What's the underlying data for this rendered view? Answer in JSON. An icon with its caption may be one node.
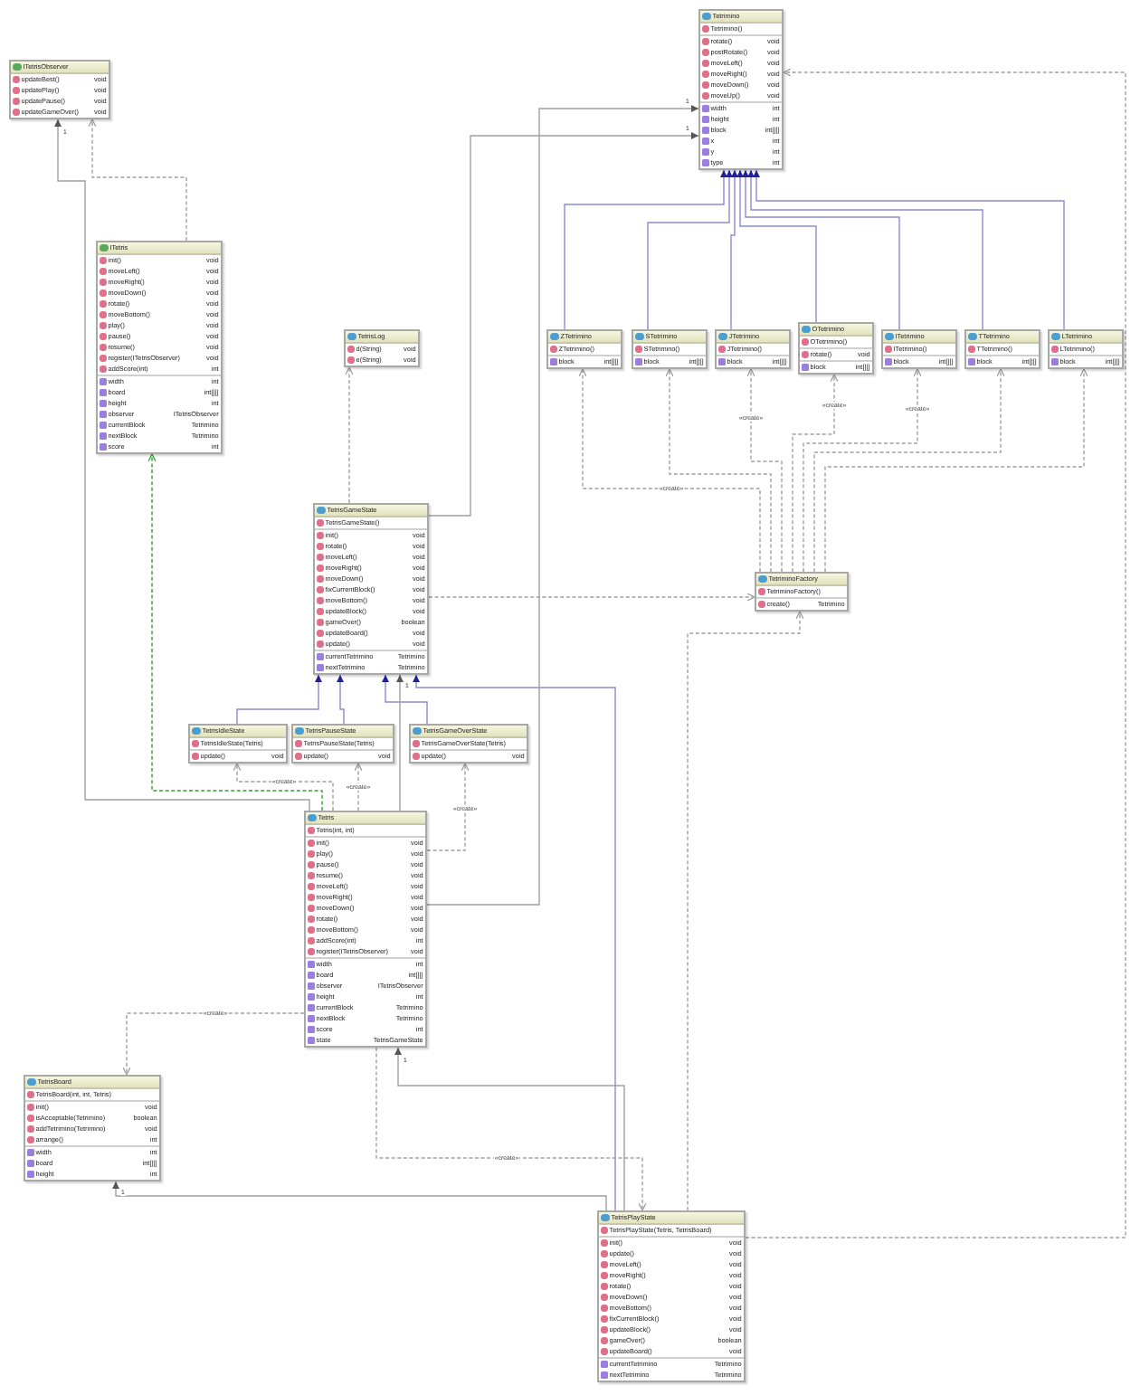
{
  "diagram": {
    "nodes": [
      {
        "text": [
          "ITetrisObserver",
          "updateBest()",
          "void",
          "updatePlay()",
          "void",
          "updatePause()",
          "void",
          "updateGameOver()",
          "void"
        ]
      },
      {
        "text": [
          "Tetrimino",
          "Tetrimino()",
          "rotate()",
          "void",
          "postRotate()",
          "void",
          "moveLeft()",
          "void",
          "moveRight()",
          "void",
          "moveDown()",
          "void",
          "moveUp()",
          "void",
          "width",
          "int",
          "height",
          "int",
          "block",
          "int[][]",
          "x",
          "int",
          "y",
          "int",
          "type",
          "int"
        ]
      },
      {
        "text": [
          "ITetris",
          "init()",
          "void",
          "moveLeft()",
          "void",
          "moveRight()",
          "void",
          "moveDown()",
          "void",
          "rotate()",
          "void",
          "moveBottom()",
          "void",
          "play()",
          "void",
          "pause()",
          "void",
          "resume()",
          "void",
          "register(ITetrisObserver)",
          "void",
          "addScore(int)",
          "int",
          "width",
          "int",
          "board",
          "int[][]",
          "height",
          "int",
          "observer",
          "ITetrisObserver",
          "currentBlock",
          "Tetrimino",
          "nextBlock",
          "Tetrimino",
          "score",
          "int"
        ]
      },
      {
        "text": [
          "TetrisLog",
          "d(String)",
          "void",
          "e(String)",
          "void"
        ]
      },
      {
        "text": [
          "ZTetrimino",
          "ZTetrimino()",
          "block",
          "int[][]"
        ]
      },
      {
        "text": [
          "STetrimino",
          "STetrimino()",
          "block",
          "int[][]"
        ]
      },
      {
        "text": [
          "JTetrimino",
          "JTetrimino()",
          "block",
          "int[][]"
        ]
      },
      {
        "text": [
          "OTetrimino",
          "OTetrimino()",
          "rotate()",
          "void",
          "block",
          "int[][]"
        ]
      },
      {
        "text": [
          "ITetrimino",
          "ITetrimino()",
          "block",
          "int[][]"
        ]
      },
      {
        "text": [
          "TTetrimino",
          "TTetrimino()",
          "block",
          "int[][]"
        ]
      },
      {
        "text": [
          "LTetrimino",
          "LTetrimino()",
          "block",
          "int[][]"
        ]
      },
      {
        "text": [
          "TetrisGameState",
          "TetrisGameState()",
          "init()",
          "void",
          "rotate()",
          "void",
          "moveLeft()",
          "void",
          "moveRight()",
          "void",
          "moveDown()",
          "void",
          "fixCurrentBlock()",
          "void",
          "moveBottom()",
          "void",
          "updateBlock()",
          "void",
          "gameOver()",
          "boolean",
          "updateBoard()",
          "void",
          "update()",
          "void",
          "currentTetrimino",
          "Tetrimino",
          "nextTetrimino",
          "Tetrimino"
        ]
      },
      {
        "text": [
          "TetriminoFactory",
          "TetriminoFactory()",
          "create()",
          "Tetrimino"
        ]
      },
      {
        "text": [
          "TetrisIdleState",
          "TetrisIdleState(Tetris)",
          "update()",
          "void"
        ]
      },
      {
        "text": [
          "TetrisPauseState",
          "TetrisPauseState(Tetris)",
          "update()",
          "void"
        ]
      },
      {
        "text": [
          "TetrisGameOverState",
          "TetrisGameOverState(Tetris)",
          "update()",
          "void"
        ]
      },
      {
        "text": [
          "Tetris",
          "Tetris(int, int)",
          "init()",
          "void",
          "play()",
          "void",
          "pause()",
          "void",
          "resume()",
          "void",
          "moveLeft()",
          "void",
          "moveRight()",
          "void",
          "moveDown()",
          "void",
          "rotate()",
          "void",
          "moveBottom()",
          "void",
          "addScore(int)",
          "int",
          "register(ITetrisObserver)",
          "void",
          "width",
          "int",
          "board",
          "int[][]",
          "observer",
          "ITetrisObserver",
          "height",
          "int",
          "currentBlock",
          "Tetrimino",
          "nextBlock",
          "Tetrimino",
          "score",
          "int",
          "state",
          "TetrisGameState"
        ]
      },
      {
        "text": [
          "TetrisBoard",
          "TetrisBoard(int, int, Tetris)",
          "init()",
          "void",
          "isAcceptable(Tetrimino)",
          "boolean",
          "addTetrimino(Tetrimino)",
          "void",
          "arrange()",
          "int",
          "width",
          "int",
          "board",
          "int[][]",
          "height",
          "int"
        ]
      },
      {
        "text": [
          "TetrisPlayState",
          "TetrisPlayState(Tetris, TetrisBoard)",
          "init()",
          "void",
          "update()",
          "void",
          "moveLeft()",
          "void",
          "moveRight()",
          "void",
          "rotate()",
          "void",
          "moveDown()",
          "void",
          "moveBottom()",
          "void",
          "fixCurrentBlock()",
          "void",
          "updateBlock()",
          "void",
          "gameOver()",
          "boolean",
          "updateBoard()",
          "void",
          "currentTetrimino",
          "Tetrimino",
          "nextTetrimino",
          "Tetrimino"
        ]
      }
    ],
    "edges": [
      {
        "from": 4,
        "to": 1,
        "arrow": "to",
        "color": "#8a8ad8"
      },
      {
        "from": 5,
        "to": 1,
        "arrow": "to",
        "color": "#8a8ad8"
      },
      {
        "from": 6,
        "to": 1,
        "arrow": "to",
        "color": "#8a8ad8"
      },
      {
        "from": 7,
        "to": 1,
        "arrow": "to",
        "color": "#8a8ad8"
      },
      {
        "from": 8,
        "to": 1,
        "arrow": "to",
        "color": "#8a8ad8"
      },
      {
        "from": 9,
        "to": 1,
        "arrow": "to",
        "color": "#8a8ad8"
      },
      {
        "from": 10,
        "to": 1,
        "arrow": "to",
        "color": "#8a8ad8"
      },
      {
        "from": 13,
        "to": 11,
        "arrow": "to",
        "color": "#8a8ad8"
      },
      {
        "from": 14,
        "to": 11,
        "arrow": "to",
        "color": "#8a8ad8"
      },
      {
        "from": 15,
        "to": 11,
        "arrow": "to",
        "color": "#8a8ad8"
      },
      {
        "from": 18,
        "to": 11,
        "arrow": "to",
        "color": "#8a8ad8"
      },
      {
        "from": 16,
        "to": 2,
        "arrow": "to",
        "style": "dashed",
        "color": "#33a033"
      },
      {
        "from": 16,
        "to": 0,
        "arrow": "to",
        "label": "1"
      },
      {
        "from": 2,
        "to": 0,
        "arrow": "to",
        "style": "dashed"
      },
      {
        "from": 16,
        "to": 1,
        "arrow": "to",
        "label": "1"
      },
      {
        "from": 16,
        "to": 11,
        "arrow": "to",
        "label": "1"
      },
      {
        "from": 11,
        "to": 1,
        "arrow": "to",
        "label": "1"
      },
      {
        "from": 18,
        "to": 17,
        "arrow": "to",
        "label": "1"
      },
      {
        "from": 18,
        "to": 16,
        "arrow": "to",
        "label": "1"
      },
      {
        "from": 16,
        "to": 17,
        "arrow": "to",
        "style": "dashed",
        "label": "«create»"
      },
      {
        "from": 16,
        "to": 18,
        "arrow": "to",
        "style": "dashed",
        "label": "«create»"
      },
      {
        "from": 16,
        "to": 13,
        "arrow": "to",
        "style": "dashed",
        "label": "«create»"
      },
      {
        "from": 16,
        "to": 14,
        "arrow": "to",
        "style": "dashed",
        "label": "«create»"
      },
      {
        "from": 16,
        "to": 15,
        "arrow": "to",
        "style": "dashed",
        "label": "«create»"
      },
      {
        "from": 12,
        "to": 4,
        "arrow": "to",
        "style": "dashed",
        "label": "«create»"
      },
      {
        "from": 12,
        "to": 5,
        "arrow": "to",
        "style": "dashed"
      },
      {
        "from": 12,
        "to": 6,
        "arrow": "to",
        "style": "dashed",
        "label": "«create»"
      },
      {
        "from": 12,
        "to": 7,
        "arrow": "to",
        "style": "dashed",
        "label": "«create»"
      },
      {
        "from": 12,
        "to": 8,
        "arrow": "to",
        "style": "dashed",
        "label": "«create»"
      },
      {
        "from": 12,
        "to": 9,
        "arrow": "to",
        "style": "dashed"
      },
      {
        "from": 12,
        "to": 10,
        "arrow": "to",
        "style": "dashed"
      },
      {
        "from": 11,
        "to": 12,
        "arrow": "to",
        "style": "dashed"
      },
      {
        "from": 11,
        "to": 3,
        "arrow": "to",
        "style": "dashed"
      },
      {
        "from": 18,
        "to": 12,
        "arrow": "to",
        "style": "dashed"
      },
      {
        "from": 18,
        "to": 1,
        "arrow": "to",
        "style": "dashed"
      }
    ]
  }
}
